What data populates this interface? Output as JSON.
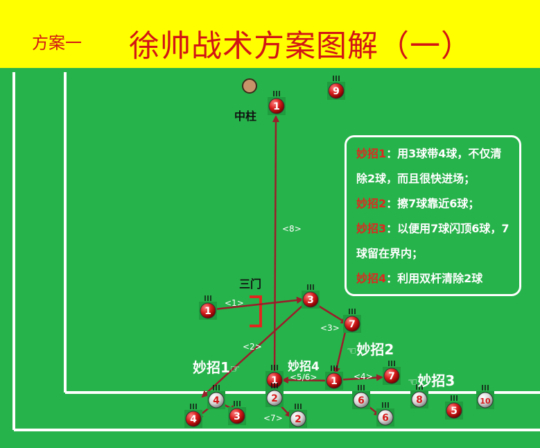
{
  "header": {
    "scheme_label": "方案一",
    "title": "徐帅战术方案图解（一）"
  },
  "labels": {
    "center_post": "中柱",
    "third_gate": "三门",
    "move1": "妙招1",
    "move2": "妙招2",
    "move3": "妙招3",
    "move4": "妙招4"
  },
  "steps": [
    "<8>",
    "<1>",
    "<2>",
    "<3>",
    "<4>",
    "<5/6>",
    "<7>"
  ],
  "notes": [
    {
      "tag": "妙招1",
      "text": "：用3球带4球，不仅清除2球，而且很快进场；"
    },
    {
      "tag": "妙招2",
      "text": "：擦7球靠近6球；"
    },
    {
      "tag": "妙招3",
      "text": "：以便用7球闪顶6球，7球留在界内；"
    },
    {
      "tag": "妙招4",
      "text": "：利用双杆清除2球"
    }
  ],
  "balls": [
    {
      "id": "b9",
      "number": "9",
      "style": "red"
    },
    {
      "id": "b1-post",
      "number": "1",
      "style": "red"
    },
    {
      "id": "b1-start",
      "number": "1",
      "style": "red"
    },
    {
      "id": "b3-gate",
      "number": "3",
      "style": "red"
    },
    {
      "id": "b7-top",
      "number": "7",
      "style": "red"
    },
    {
      "id": "b1-mid",
      "number": "1",
      "style": "red"
    },
    {
      "id": "b1-right",
      "number": "1",
      "style": "red"
    },
    {
      "id": "b7-right",
      "number": "7",
      "style": "red"
    },
    {
      "id": "b2-line",
      "number": "2",
      "style": "white"
    },
    {
      "id": "b4-line",
      "number": "4",
      "style": "white"
    },
    {
      "id": "b6-line",
      "number": "6",
      "style": "white"
    },
    {
      "id": "b8-line",
      "number": "8",
      "style": "white"
    },
    {
      "id": "b10-line",
      "number": "10",
      "style": "white"
    },
    {
      "id": "b5",
      "number": "5",
      "style": "red"
    },
    {
      "id": "b4-out",
      "number": "4",
      "style": "red"
    },
    {
      "id": "b3-out",
      "number": "3",
      "style": "red"
    },
    {
      "id": "b2-out",
      "number": "2",
      "style": "white"
    },
    {
      "id": "b6-out",
      "number": "6",
      "style": "white"
    }
  ],
  "colors": {
    "banner": "#ffff00",
    "title": "#d21414",
    "field": "#27b34b",
    "arrow": "#9b1c2a",
    "boundary": "#ffffff",
    "gate": "#e0261f"
  }
}
